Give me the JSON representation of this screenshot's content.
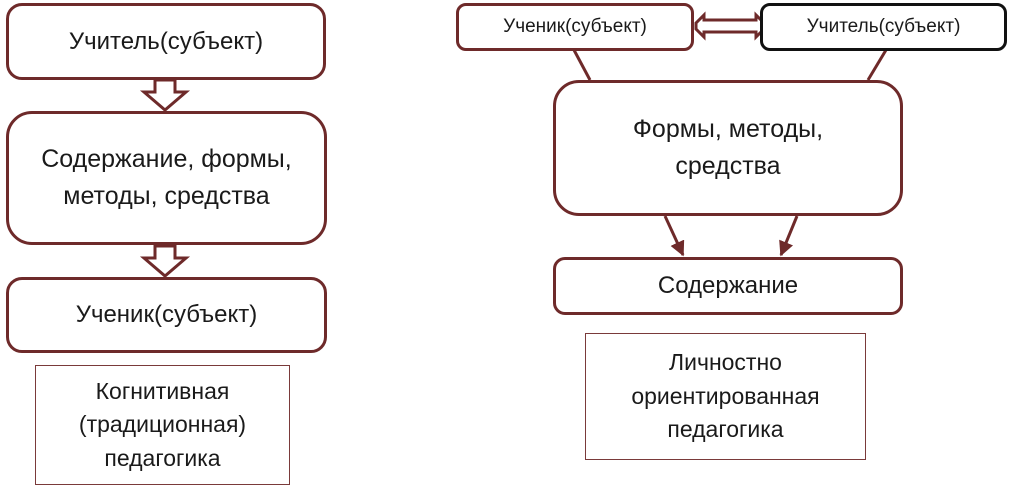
{
  "left": {
    "teacher": "Учитель(субъект)",
    "content_line1": "Содержание, формы,",
    "content_line2": "методы, средства",
    "student": "Ученик(субъект)",
    "caption_line1": "Когнитивная",
    "caption_line2": "(традиционная)",
    "caption_line3": "педагогика"
  },
  "right": {
    "student": "Ученик(субъект)",
    "teacher": "Учитель(субъект)",
    "forms_line1": "Формы, методы,",
    "forms_line2": "средства",
    "content": "Содержание",
    "caption_line1": "Личностно",
    "caption_line2": "ориентированная",
    "caption_line3": "педагогика"
  },
  "colors": {
    "border": "#6e2a2a",
    "teacher_right_border": "#111111",
    "arrow": "#6e2a2a"
  }
}
